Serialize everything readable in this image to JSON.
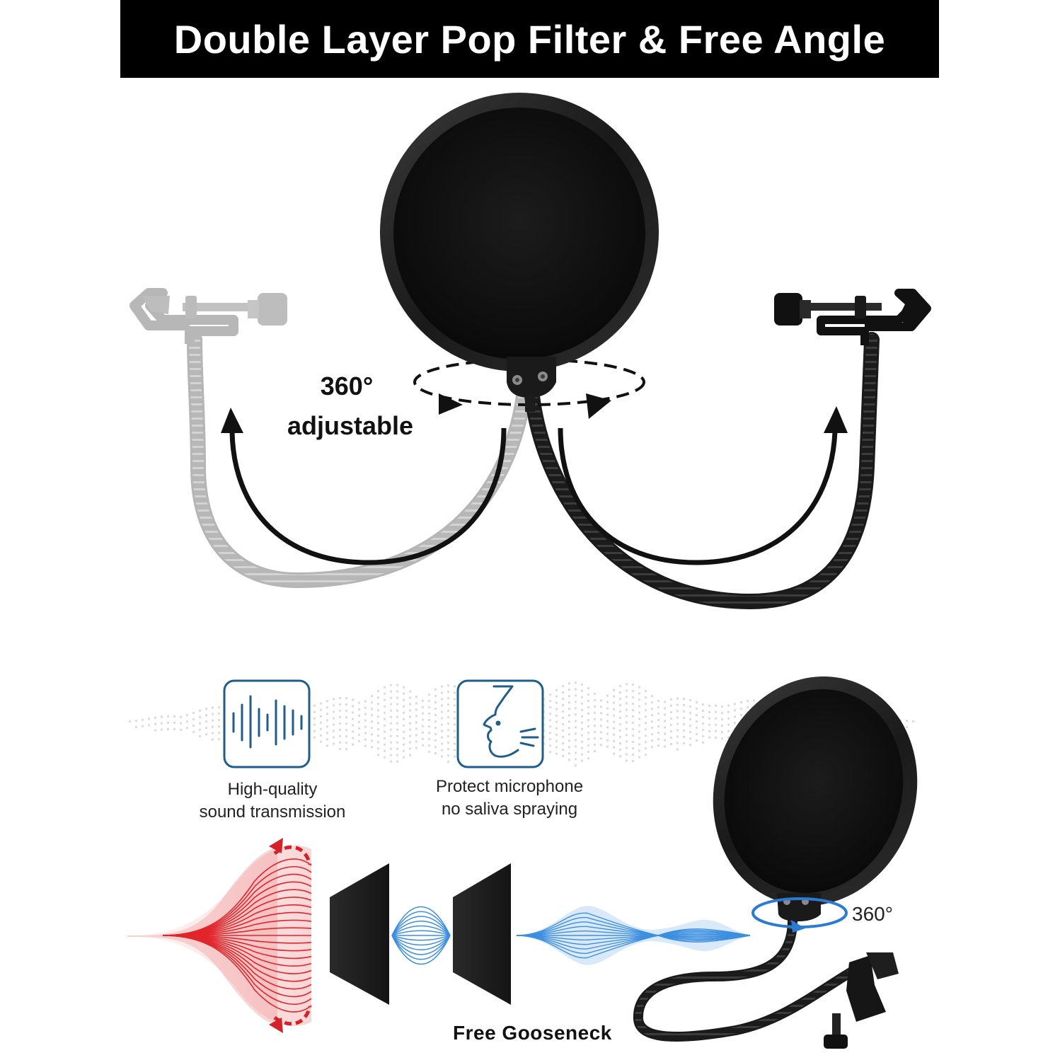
{
  "banner": {
    "title": "Double Layer Pop Filter & Free Angle"
  },
  "top_diagram": {
    "rotation_label_line1": "360°",
    "rotation_label_line2": "adjustable"
  },
  "features": [
    {
      "icon": "sound-wave-icon",
      "line1": "High-quality",
      "line2": "sound  transmission"
    },
    {
      "icon": "face-breath-icon",
      "line1": "Protect microphone",
      "line2": "no saliva spraying"
    }
  ],
  "bottom_diagram": {
    "rotation_label": "360°",
    "gooseneck_label": "Free Gooseneck"
  },
  "colors": {
    "banner_bg": "#000000",
    "banner_text": "#ffffff",
    "icon_stroke": "#1f5d8a",
    "sound_red": "#e0262b",
    "sound_blue": "#3d8fe0",
    "filter_black": "#151515",
    "ghost_gray": "#b4b4b4"
  }
}
